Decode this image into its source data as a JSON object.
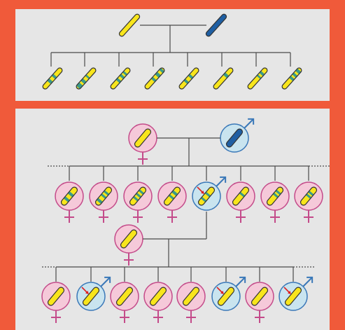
{
  "colors": {
    "frame": "#f05a3a",
    "panel": "#e6e6e6",
    "line": "#4a4a4a",
    "yellow": "#f8e51c",
    "blue": "#1f5fa3",
    "green_band": "#3a9a8a",
    "outline": "#333333",
    "female_fill": "#f5c9d9",
    "female_stroke": "#c44b8a",
    "male_fill": "#c9e4ef",
    "male_stroke": "#3a78b8",
    "arrow": "#e02020"
  },
  "icons": {
    "female": "venus-icon",
    "male": "mars-icon",
    "chromosome": "chromosome-icon",
    "mutation_arrow": "red-arrow-icon"
  },
  "recombination": {
    "parents": [
      "yellow",
      "blue"
    ],
    "gametes": [
      [
        [
          0.3,
          0.42
        ],
        [
          0.55,
          0.65
        ]
      ],
      [
        [
          0.05,
          0.22
        ],
        [
          0.3,
          0.42
        ],
        [
          0.55,
          0.62
        ]
      ],
      [
        [
          0.35,
          0.45
        ],
        [
          0.55,
          0.65
        ],
        [
          0.72,
          0.8
        ]
      ],
      [
        [
          0.4,
          0.5
        ],
        [
          0.62,
          0.75
        ],
        [
          0.85,
          0.95
        ]
      ],
      [
        [
          0.3,
          0.4
        ],
        [
          0.55,
          0.65
        ]
      ],
      [
        [
          0.6,
          0.72
        ]
      ],
      [
        [
          0.55,
          0.62
        ],
        [
          0.7,
          0.8
        ]
      ],
      [
        [
          0.45,
          0.55
        ],
        [
          0.62,
          0.72
        ],
        [
          0.8,
          0.92
        ]
      ]
    ]
  },
  "pedigree": {
    "generation1": [
      {
        "sex": "female",
        "bands": [],
        "mutant": false
      },
      {
        "sex": "male",
        "color": "blue",
        "bands": [],
        "mutant": false
      }
    ],
    "generation2": [
      {
        "sex": "female",
        "bands": [
          [
            0.25,
            0.38
          ],
          [
            0.55,
            0.68
          ]
        ],
        "mutant": false
      },
      {
        "sex": "female",
        "bands": [
          [
            0.15,
            0.28
          ],
          [
            0.45,
            0.55
          ],
          [
            0.65,
            0.75
          ]
        ],
        "mutant": false
      },
      {
        "sex": "female",
        "bands": [
          [
            0.3,
            0.4
          ],
          [
            0.5,
            0.6
          ],
          [
            0.7,
            0.8
          ]
        ],
        "mutant": false
      },
      {
        "sex": "female",
        "bands": [
          [
            0.4,
            0.5
          ],
          [
            0.62,
            0.75
          ]
        ],
        "mutant": false
      },
      {
        "sex": "male",
        "bands": [
          [
            0.25,
            0.35
          ],
          [
            0.55,
            0.65
          ]
        ],
        "mutant": true
      },
      {
        "sex": "female",
        "bands": [
          [
            0.55,
            0.65
          ]
        ],
        "mutant": false
      },
      {
        "sex": "female",
        "bands": [
          [
            0.5,
            0.6
          ],
          [
            0.68,
            0.78
          ]
        ],
        "mutant": false
      },
      {
        "sex": "female",
        "bands": [
          [
            0.45,
            0.55
          ],
          [
            0.62,
            0.72
          ]
        ],
        "mutant": false
      }
    ],
    "generation3_mother": {
      "sex": "female",
      "bands": [],
      "mutant": false
    },
    "generation3": [
      {
        "sex": "female",
        "bands": [],
        "mutant": false
      },
      {
        "sex": "male",
        "bands": [],
        "mutant": true
      },
      {
        "sex": "female",
        "bands": [],
        "mutant": false
      },
      {
        "sex": "female",
        "bands": [],
        "mutant": false
      },
      {
        "sex": "female",
        "bands": [],
        "mutant": false
      },
      {
        "sex": "male",
        "bands": [],
        "mutant": true
      },
      {
        "sex": "female",
        "bands": [],
        "mutant": false
      },
      {
        "sex": "male",
        "bands": [],
        "mutant": true
      }
    ]
  }
}
